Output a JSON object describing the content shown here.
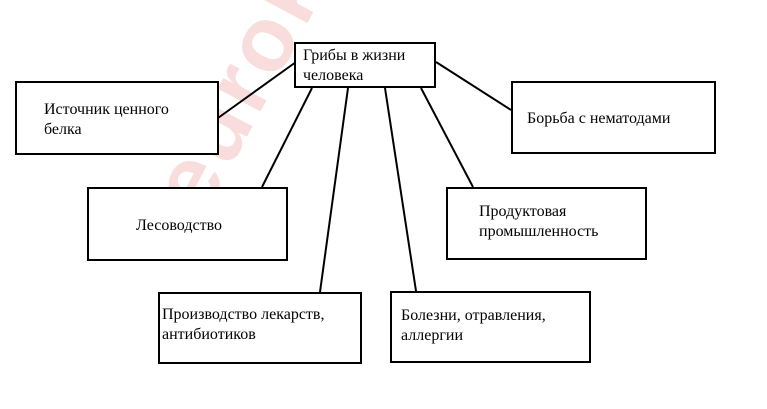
{
  "watermark": {
    "text": "euroki"
  },
  "center": {
    "label": "Грибы в жизни\nчеловека"
  },
  "nodes": {
    "protein": {
      "label": "Источник ценного\nбелка"
    },
    "nematodes": {
      "label": "Борьба с нематодами"
    },
    "forestry": {
      "label": "Лесоводство"
    },
    "food": {
      "label": "Продуктовая\nпромышленность"
    },
    "drugs": {
      "label": "Производство лекарств,\nантибиотиков"
    },
    "diseases": {
      "label": "Болезни, отравления,\nаллергии"
    }
  }
}
